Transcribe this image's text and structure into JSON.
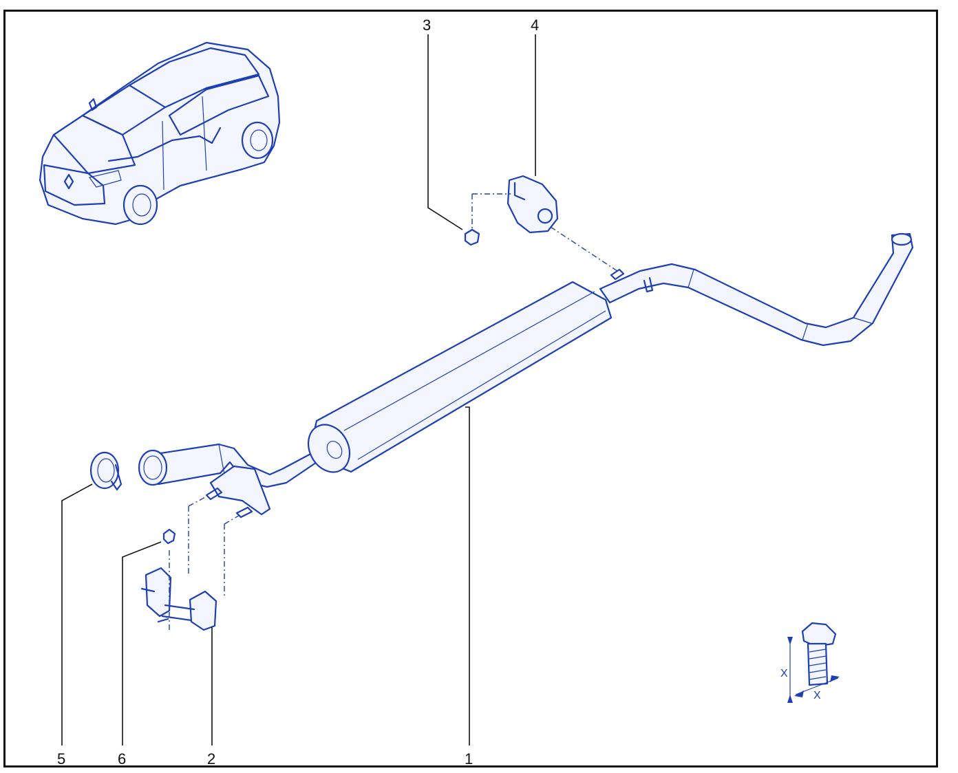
{
  "callouts": {
    "c1": "1",
    "c2": "2",
    "c3": "3",
    "c4": "4",
    "c5": "5",
    "c6": "6"
  },
  "dimension": {
    "x_vertical": "X",
    "x_horizontal": "X"
  },
  "colors": {
    "line_art": "#1d3fb3",
    "leader": "#111111",
    "frame": "#111111"
  }
}
